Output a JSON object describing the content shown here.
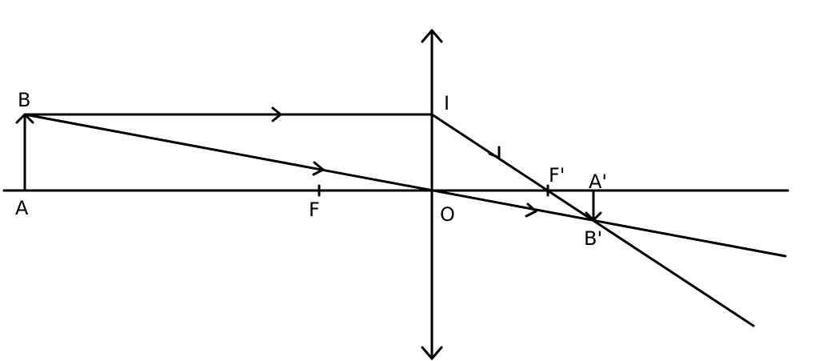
{
  "labels": {
    "A": "A",
    "B": "B",
    "F": "F",
    "O": "O",
    "I": "I",
    "F_prime": "F'",
    "A_prime": "A'",
    "B_prime": "B'"
  },
  "colors": {
    "line": "#000000",
    "background": "#ffffff"
  }
}
